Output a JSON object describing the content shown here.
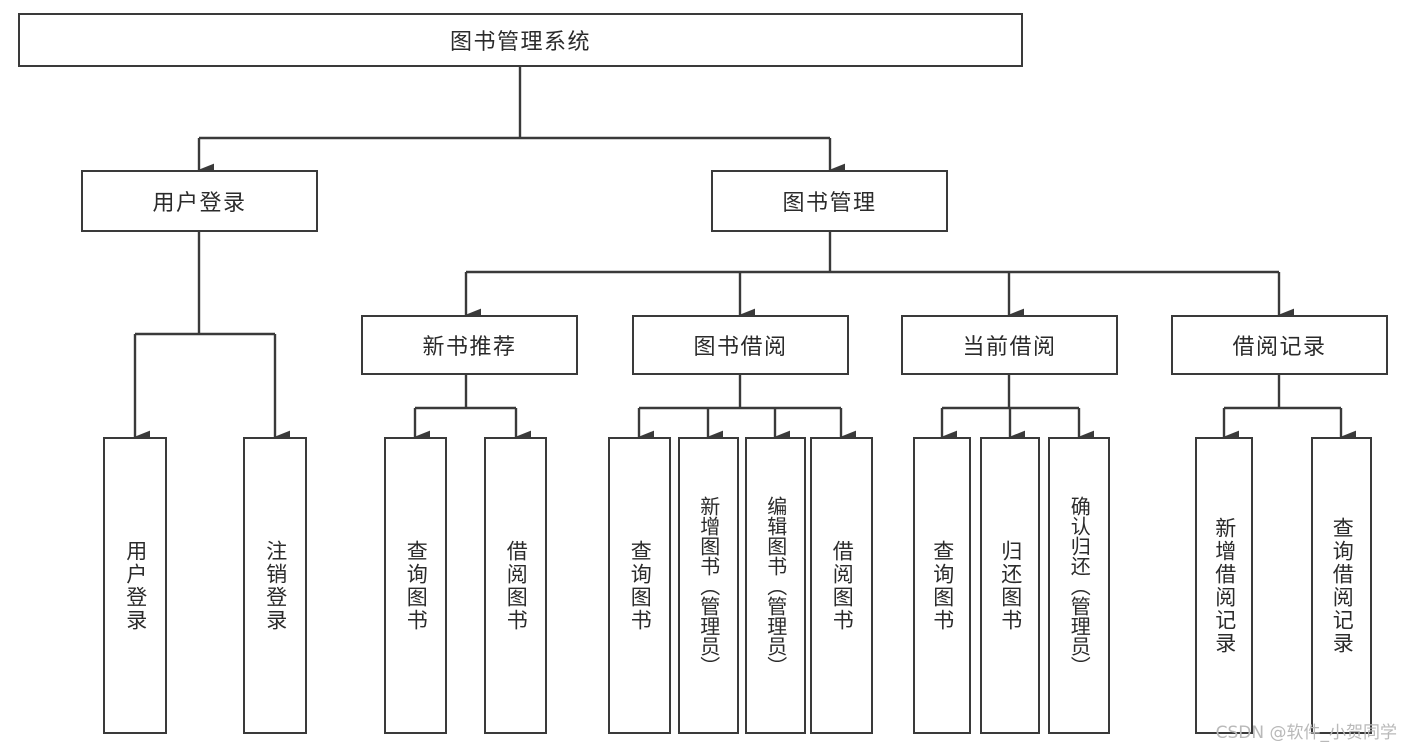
{
  "diagram": {
    "type": "tree",
    "title": "图书管理系统",
    "root": {
      "id": "root",
      "label": "图书管理系统",
      "orientation": "horizontal"
    },
    "level2": [
      {
        "id": "user-login",
        "label": "用户登录",
        "orientation": "horizontal"
      },
      {
        "id": "book-manage",
        "label": "图书管理",
        "orientation": "horizontal"
      }
    ],
    "level3": [
      {
        "id": "new-book-recommend",
        "label": "新书推荐",
        "orientation": "horizontal",
        "parent": "book-manage"
      },
      {
        "id": "book-borrow",
        "label": "图书借阅",
        "orientation": "horizontal",
        "parent": "book-manage"
      },
      {
        "id": "current-borrow",
        "label": "当前借阅",
        "orientation": "horizontal",
        "parent": "book-manage"
      },
      {
        "id": "borrow-record",
        "label": "借阅记录",
        "orientation": "horizontal",
        "parent": "book-manage"
      }
    ],
    "leaves": [
      {
        "id": "leaf-user-login",
        "label": "用户登录",
        "parent": "user-login",
        "orientation": "vertical"
      },
      {
        "id": "leaf-logout-login",
        "label": "注销登录",
        "parent": "user-login",
        "orientation": "vertical"
      },
      {
        "id": "leaf-query-book-1",
        "label": "查询图书",
        "parent": "new-book-recommend",
        "orientation": "vertical"
      },
      {
        "id": "leaf-borrow-book-1",
        "label": "借阅图书",
        "parent": "new-book-recommend",
        "orientation": "vertical"
      },
      {
        "id": "leaf-query-book-2",
        "label": "查询图书",
        "parent": "book-borrow",
        "orientation": "vertical"
      },
      {
        "id": "leaf-add-book",
        "label": "新增图书（管理员）",
        "parent": "book-borrow",
        "orientation": "vertical"
      },
      {
        "id": "leaf-edit-book",
        "label": "编辑图书（管理员）",
        "parent": "book-borrow",
        "orientation": "vertical"
      },
      {
        "id": "leaf-borrow-book-2",
        "label": "借阅图书",
        "parent": "book-borrow",
        "orientation": "vertical"
      },
      {
        "id": "leaf-query-book-3",
        "label": "查询图书",
        "parent": "current-borrow",
        "orientation": "vertical"
      },
      {
        "id": "leaf-return-book",
        "label": "归还图书",
        "parent": "current-borrow",
        "orientation": "vertical"
      },
      {
        "id": "leaf-confirm-return",
        "label": "确认归还（管理员）",
        "parent": "current-borrow",
        "orientation": "vertical"
      },
      {
        "id": "leaf-add-record",
        "label": "新增借阅记录",
        "parent": "borrow-record",
        "orientation": "vertical"
      },
      {
        "id": "leaf-query-record",
        "label": "查询借阅记录",
        "parent": "borrow-record",
        "orientation": "vertical"
      }
    ],
    "watermark": "CSDN @软件_小贺同学",
    "colors": {
      "stroke": "#3a3a3a",
      "box_fill": "#ffffff",
      "text": "#2b2b2b",
      "background": "#ffffff",
      "watermark": "#b9b9b9"
    }
  }
}
